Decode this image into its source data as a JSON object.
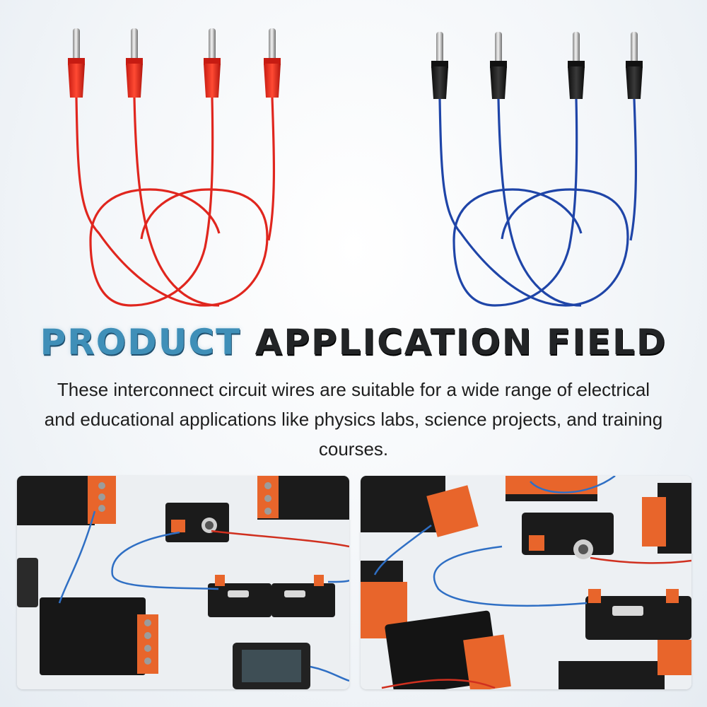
{
  "headline": {
    "accent": "PRODUCT",
    "rest": "APPLICATION FIELD"
  },
  "description": "These interconnect circuit wires are suitable for a wide range of electrical and educational applications like physics labs, science projects, and training courses.",
  "colors": {
    "accent": "#3f8fb8",
    "red_wire": "#e0261e",
    "blue_wire": "#1f45a8",
    "module_black": "#1b1b1b",
    "terminal_orange": "#e8652b"
  }
}
